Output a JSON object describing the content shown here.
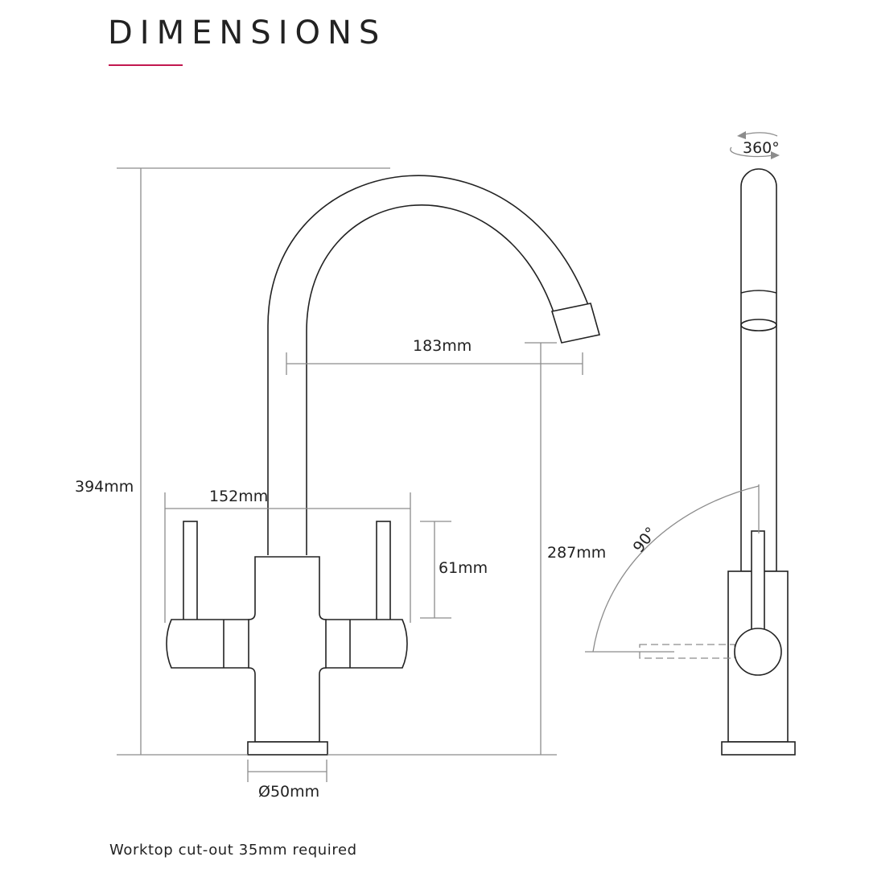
{
  "header": {
    "title": "DIMENSIONS",
    "accent_color": "#c2184f"
  },
  "dimensions": {
    "total_height": "394mm",
    "spout_reach": "183mm",
    "handle_span": "152mm",
    "handle_height": "61mm",
    "spout_clearance": "287mm",
    "base_diameter": "Ø50mm",
    "rotation": "360°",
    "lever_angle": "90°"
  },
  "footer": {
    "note": "Worktop cut-out 35mm required"
  }
}
